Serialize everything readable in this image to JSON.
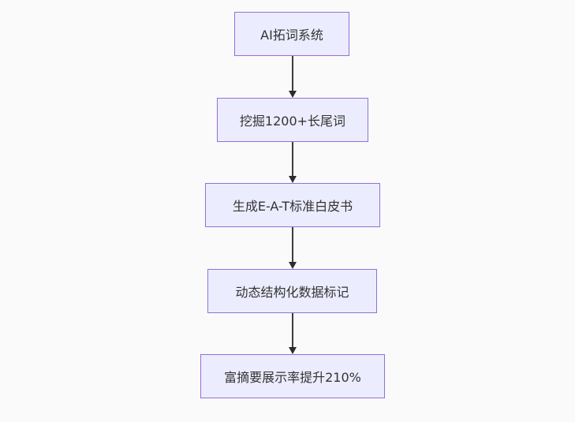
{
  "page": {
    "background_color": "#fafafa"
  },
  "diagram": {
    "type": "flowchart",
    "direction": "top-down",
    "style": {
      "node_fill": "#ececff",
      "node_border_color": "#9370db",
      "edge_color": "#333333",
      "text_color": "#333333"
    },
    "nodes": [
      {
        "label": "AI拓词系统"
      },
      {
        "label": "挖掘1200+长尾词"
      },
      {
        "label": "生成E-A-T标准白皮书"
      },
      {
        "label": "动态结构化数据标记"
      },
      {
        "label": "富摘要展示率提升210%"
      }
    ],
    "edges": [
      {
        "from": 0,
        "to": 1
      },
      {
        "from": 1,
        "to": 2
      },
      {
        "from": 2,
        "to": 3
      },
      {
        "from": 3,
        "to": 4
      }
    ]
  }
}
